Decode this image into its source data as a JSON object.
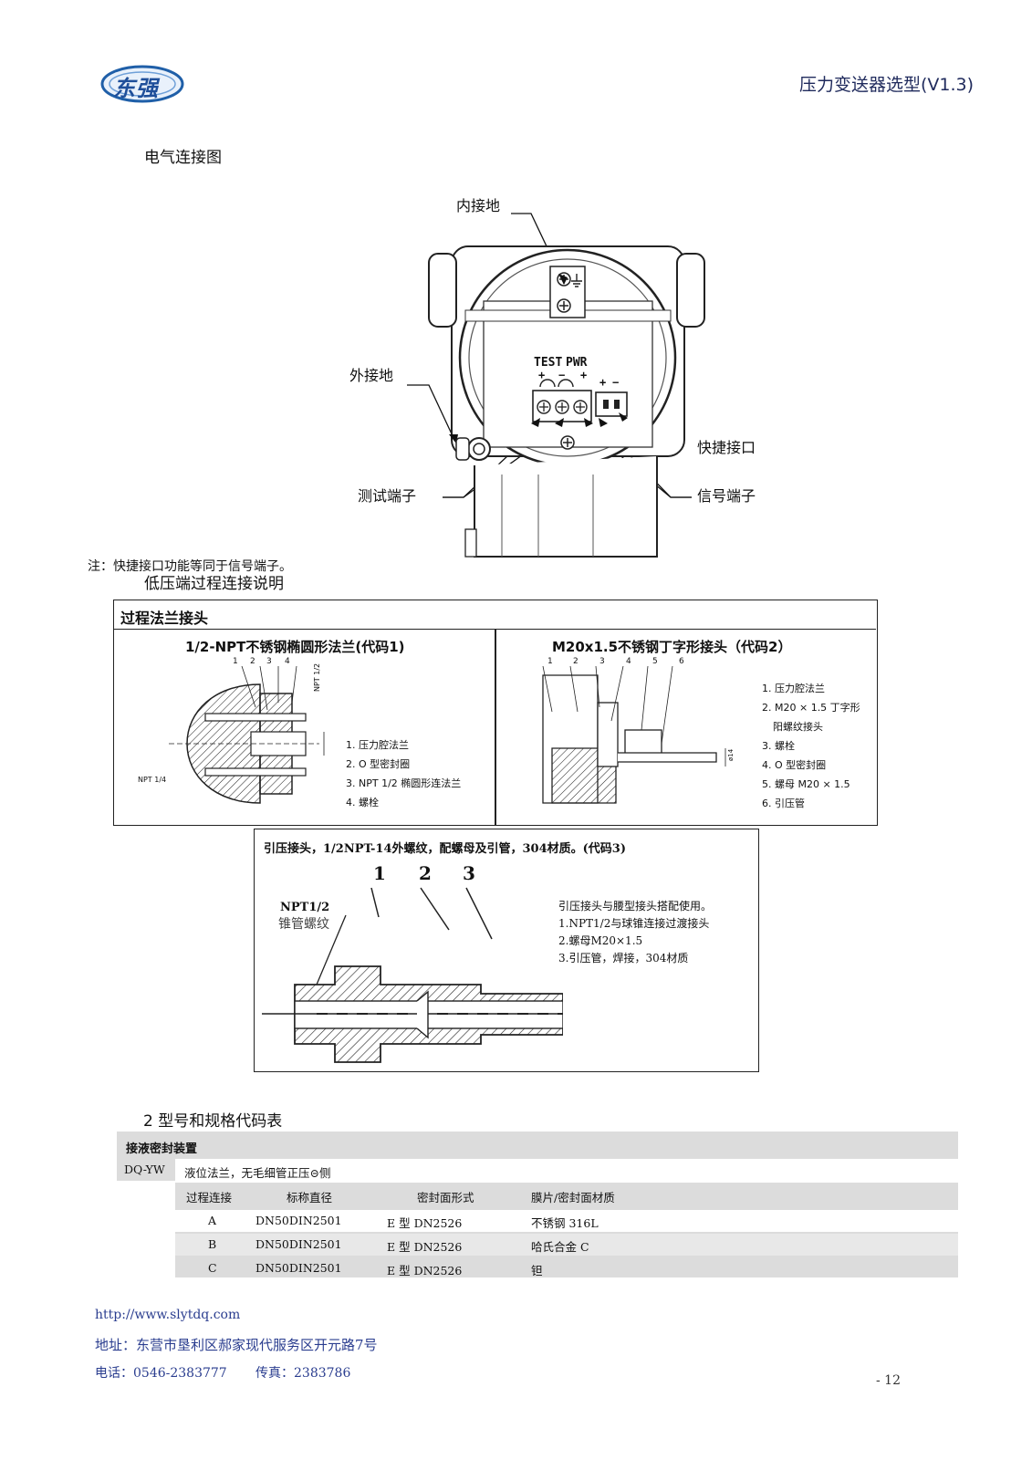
{
  "header": {
    "logo_text": "东强",
    "doc_title": "压力变送器选型(V1.3)"
  },
  "electrical": {
    "section_title": "电气连接图",
    "callouts": {
      "internal_ground": "内接地",
      "external_ground": "外接地",
      "quick_connector": "快捷接口",
      "test_terminal": "测试端子",
      "signal_terminal": "信号端子"
    },
    "board_labels": {
      "test": "TEST",
      "pwr": "PWR",
      "plus": "+",
      "minus": "−"
    },
    "note": "注：快捷接口功能等同于信号端子。"
  },
  "process": {
    "section_title": "低压端过程连接说明",
    "box_title": "过程法兰接头",
    "panel1": {
      "title": "1/2-NPT不锈钢椭圆形法兰(代码1)",
      "numbers": [
        "1",
        "2",
        "3",
        "4"
      ],
      "npt_half": "NPT 1/2",
      "npt_quarter": "NPT 1/4",
      "legend": [
        "1. 压力腔法兰",
        "2. O 型密封圈",
        "3. NPT 1/2 椭圆形连法兰",
        "4. 螺栓"
      ]
    },
    "panel2": {
      "title": "M20x1.5不锈钢丁字形接头（代码2）",
      "numbers": [
        "1",
        "2",
        "3",
        "4",
        "5",
        "6"
      ],
      "dim": "ø14",
      "legend": [
        "1. 压力腔法兰",
        "2. M20 × 1.5 丁字形",
        "阳螺纹接头",
        "3. 螺栓",
        "4. O 型密封圈",
        "5. 螺母 M20 × 1.5",
        "6. 引压管"
      ]
    },
    "panel3": {
      "title": "引压接头，1/2NPT-14外螺纹，配螺母及引管，304材质。(代码3)",
      "numbers": [
        "1",
        "2",
        "3"
      ],
      "npt_label": "NPT1/2",
      "npt_sub": "锥管螺纹",
      "legend": [
        "引压接头与腰型接头搭配使用。",
        "1.NPT1/2与球锥连接过渡接头",
        "2.螺母M20×1.5",
        "3.引压管，焊接，304材质"
      ]
    }
  },
  "spec": {
    "section_title": "2 型号和规格代码表",
    "header": "接液密封装置",
    "code": "DQ-YW",
    "code_desc": "液位法兰，无毛细管正压",
    "code_desc_sym": "⊝",
    "code_desc_tail": "侧",
    "columns": [
      "过程连接",
      "标称直径",
      "密封面形式",
      "膜片/密封面材质"
    ],
    "rows": [
      [
        "A",
        "DN50DIN2501",
        "E 型 DN2526",
        "不锈钢 316L"
      ],
      [
        "B",
        "DN50DIN2501",
        "E 型 DN2526",
        "哈氏合金 C"
      ],
      [
        "C",
        "DN50DIN2501",
        "E 型 DN2526",
        "钽"
      ]
    ]
  },
  "footer": {
    "url": "http://www.slytdq.com",
    "address": "地址：东营市垦利区郝家现代服务区开元路7号",
    "phone": "电话：0546-2383777",
    "fax": "传真：2383786",
    "page": "- 12"
  }
}
